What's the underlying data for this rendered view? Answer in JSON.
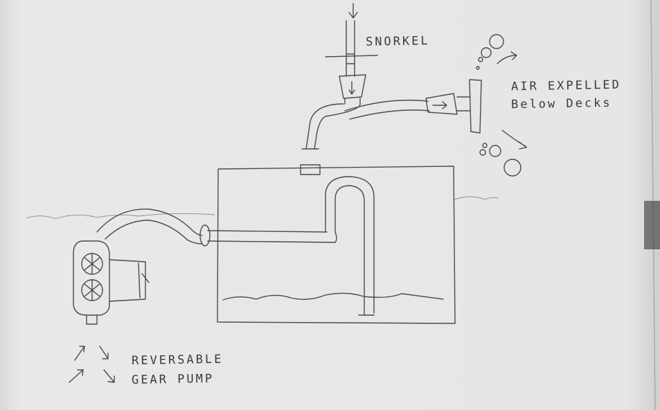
{
  "labels": {
    "snorkel": "SNORKEL",
    "air_expelled_line1": "AIR EXPELLED",
    "air_expelled_line2": "Below Decks",
    "pump_line1": "REVERSABLE",
    "pump_line2": "GEAR PUMP"
  },
  "colors": {
    "paper": "#e6e6e4",
    "pencil": "#4a4a4a"
  }
}
